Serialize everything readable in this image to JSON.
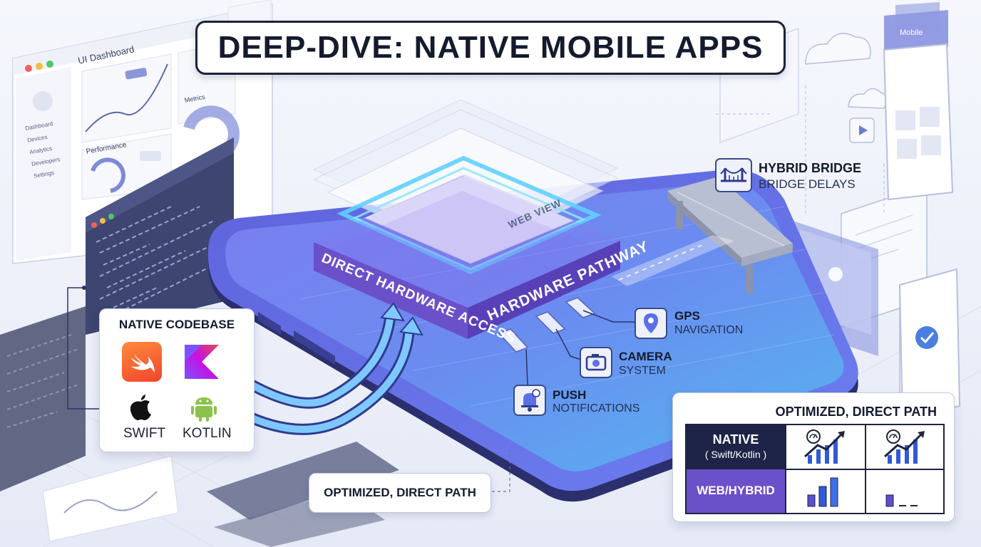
{
  "title": "DEEP-DIVE: NATIVE MOBILE APPS",
  "native_codebase": {
    "heading": "NATIVE CODEBASE",
    "languages": [
      {
        "label": "SWIFT",
        "icon": "swift-logo-icon"
      },
      {
        "label": "KOTLIN",
        "icon": "kotlin-logo-icon"
      }
    ]
  },
  "layers": {
    "web_view": "WEB VIEW",
    "direct_access": "DIRECT HARDWARE ACCESS",
    "hardware_pathway": "HARDWARE PATHWAY"
  },
  "hybrid_bridge": {
    "title": "HYBRID BRIDGE",
    "subtitle": "BRIDGE DELAYS",
    "icon": "bridge-icon"
  },
  "features": [
    {
      "title": "GPS",
      "subtitle": "NAVIGATION",
      "icon": "location-pin-icon"
    },
    {
      "title": "CAMERA",
      "subtitle": "SYSTEM",
      "icon": "camera-icon"
    },
    {
      "title": "PUSH",
      "subtitle": "NOTIFICATIONS",
      "icon": "bell-icon"
    }
  ],
  "bottom_label": "OPTIMIZED, DIRECT PATH",
  "dashboard": {
    "title": "UI Dashboard",
    "nav": [
      "Dashboard",
      "Devices",
      "Analytics",
      "Developers",
      "Settings"
    ],
    "widgets": [
      "Performance",
      "Metrics"
    ]
  },
  "mobile_card": {
    "label": "Mobile"
  },
  "comparison": {
    "heading": "OPTIMIZED, DIRECT PATH",
    "rows": [
      {
        "label": "NATIVE",
        "sublabel": "( Swift/Kotlin )",
        "trend": "high"
      },
      {
        "label": "WEB/HYBRID",
        "sublabel": "",
        "trend": "low"
      }
    ]
  },
  "colors": {
    "accent_purple": "#6a51c9",
    "dark_navy": "#1d2447",
    "phone_blue": "#5b6fe6",
    "glow_cyan": "#5fd0ff"
  }
}
